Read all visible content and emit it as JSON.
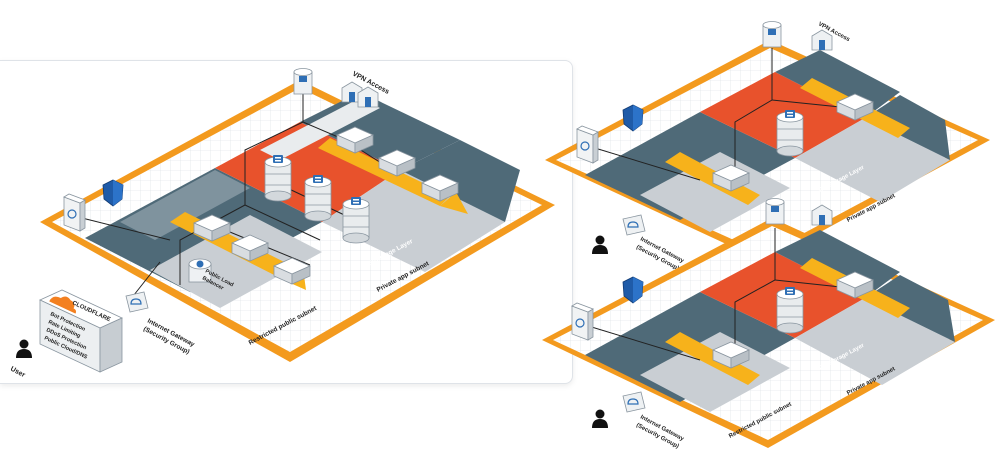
{
  "labels": {
    "vpn_access": "VPN Access",
    "internet_gateway_l1": "Internet Gateway",
    "internet_gateway_l2": "(Security Group)",
    "user": "User",
    "restricted_public_subnet": "Restricted public subnet",
    "private_app_subnet": "Private app subnet",
    "db_storage_layer": "DB/Storage Layer",
    "public_load_balancer_l1": "Public Load",
    "public_load_balancer_l2": "Balancer"
  },
  "cloudflare": {
    "brand": "CLOUDFLARE",
    "lines": [
      "Bot Protection",
      "Rate Limiting",
      "DDoS Protection",
      "Public Cloud/DNS"
    ]
  },
  "colors": {
    "accent_orange": "#f39a1e",
    "db_red": "#e8522c",
    "arrow_yellow": "#f7b21b",
    "slate": "#4f6a78",
    "light_gray": "#c9ced3",
    "grid_white": "#ffffff",
    "shield_blue": "#1f5ba8"
  },
  "icons": [
    "user-icon",
    "cloudflare-icon",
    "gateway-icon",
    "load-balancer-icon",
    "server-icon",
    "database-icon",
    "firewall-shield-icon",
    "vpn-server-icon",
    "vpn-building-icon",
    "router-icon"
  ]
}
